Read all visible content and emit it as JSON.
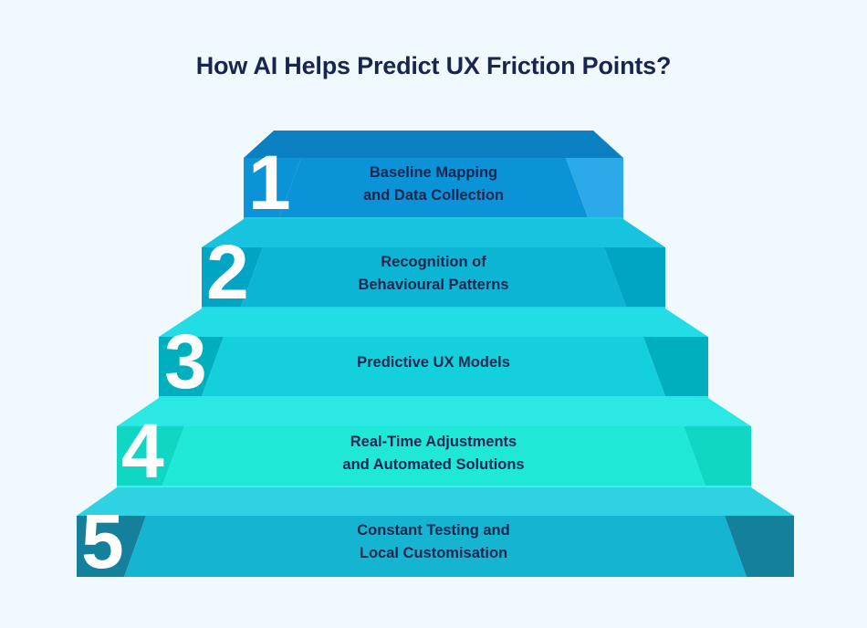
{
  "title": "How AI Helps Predict UX Friction Points?",
  "background_color": "#F0FAFE",
  "title_color": "#18264F",
  "label_color": "#18264F",
  "number_color": "#FFFFFF",
  "chart_data": {
    "type": "pyramid",
    "title": "How AI Helps Predict UX Friction Points?",
    "orientation": "top-narrow",
    "levels": 5,
    "legend": "none",
    "grid": false,
    "categories": [
      "Baseline Mapping and Data Collection",
      "Recognition of Behavioural Patterns",
      "Predictive UX Models",
      "Real-Time Adjustments and Automated Solutions",
      "Constant Testing and Local Customisation"
    ],
    "values": [
      1,
      2,
      3,
      4,
      5
    ],
    "xlabel": "",
    "ylabel": ""
  },
  "tiers": [
    {
      "number": "1",
      "line1": "Baseline Mapping",
      "line2": "and Data Collection",
      "top_face_color": "#0A7FC2",
      "side_color": "#0A93D6",
      "center_color": "#2BA9E8",
      "ledge_color": "#22C8E0"
    },
    {
      "number": "2",
      "line1": "Recognition of",
      "line2": "Behavioural Patterns",
      "top_face_color": "#17C3DE",
      "side_color": "#00A5C4",
      "center_color": "#0CB5D3",
      "ledge_color": "#22D2E6"
    },
    {
      "number": "3",
      "line1": "Predictive UX Models",
      "line2": "",
      "top_face_color": "#22DCE6",
      "side_color": "#00AFBE",
      "center_color": "#14CFDC",
      "ledge_color": "#2CE4EC"
    },
    {
      "number": "4",
      "line1": "Real-Time Adjustments",
      "line2": "and Automated Solutions",
      "top_face_color": "#2CE8E4",
      "side_color": "#10D6C4",
      "center_color": "#1FE8D6",
      "ledge_color": "#3CEFE8"
    },
    {
      "number": "5",
      "line1": "Constant Testing and",
      "line2": "Local Customisation",
      "top_face_color": "#2FD2E2",
      "side_color": "#14809B",
      "center_color": "#15B5D2",
      "ledge_color": "#2FD2E2"
    }
  ]
}
